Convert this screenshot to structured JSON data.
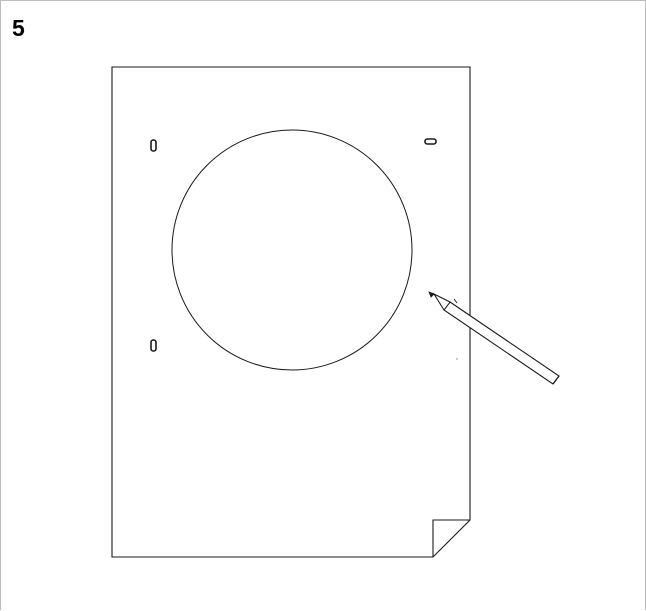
{
  "step": {
    "number": "5"
  },
  "illustration": {
    "subject": "sheet-with-circle-and-pencil",
    "hole_marks": [
      "0",
      "0",
      "0"
    ],
    "stroke_color": "#1a1a1a"
  }
}
